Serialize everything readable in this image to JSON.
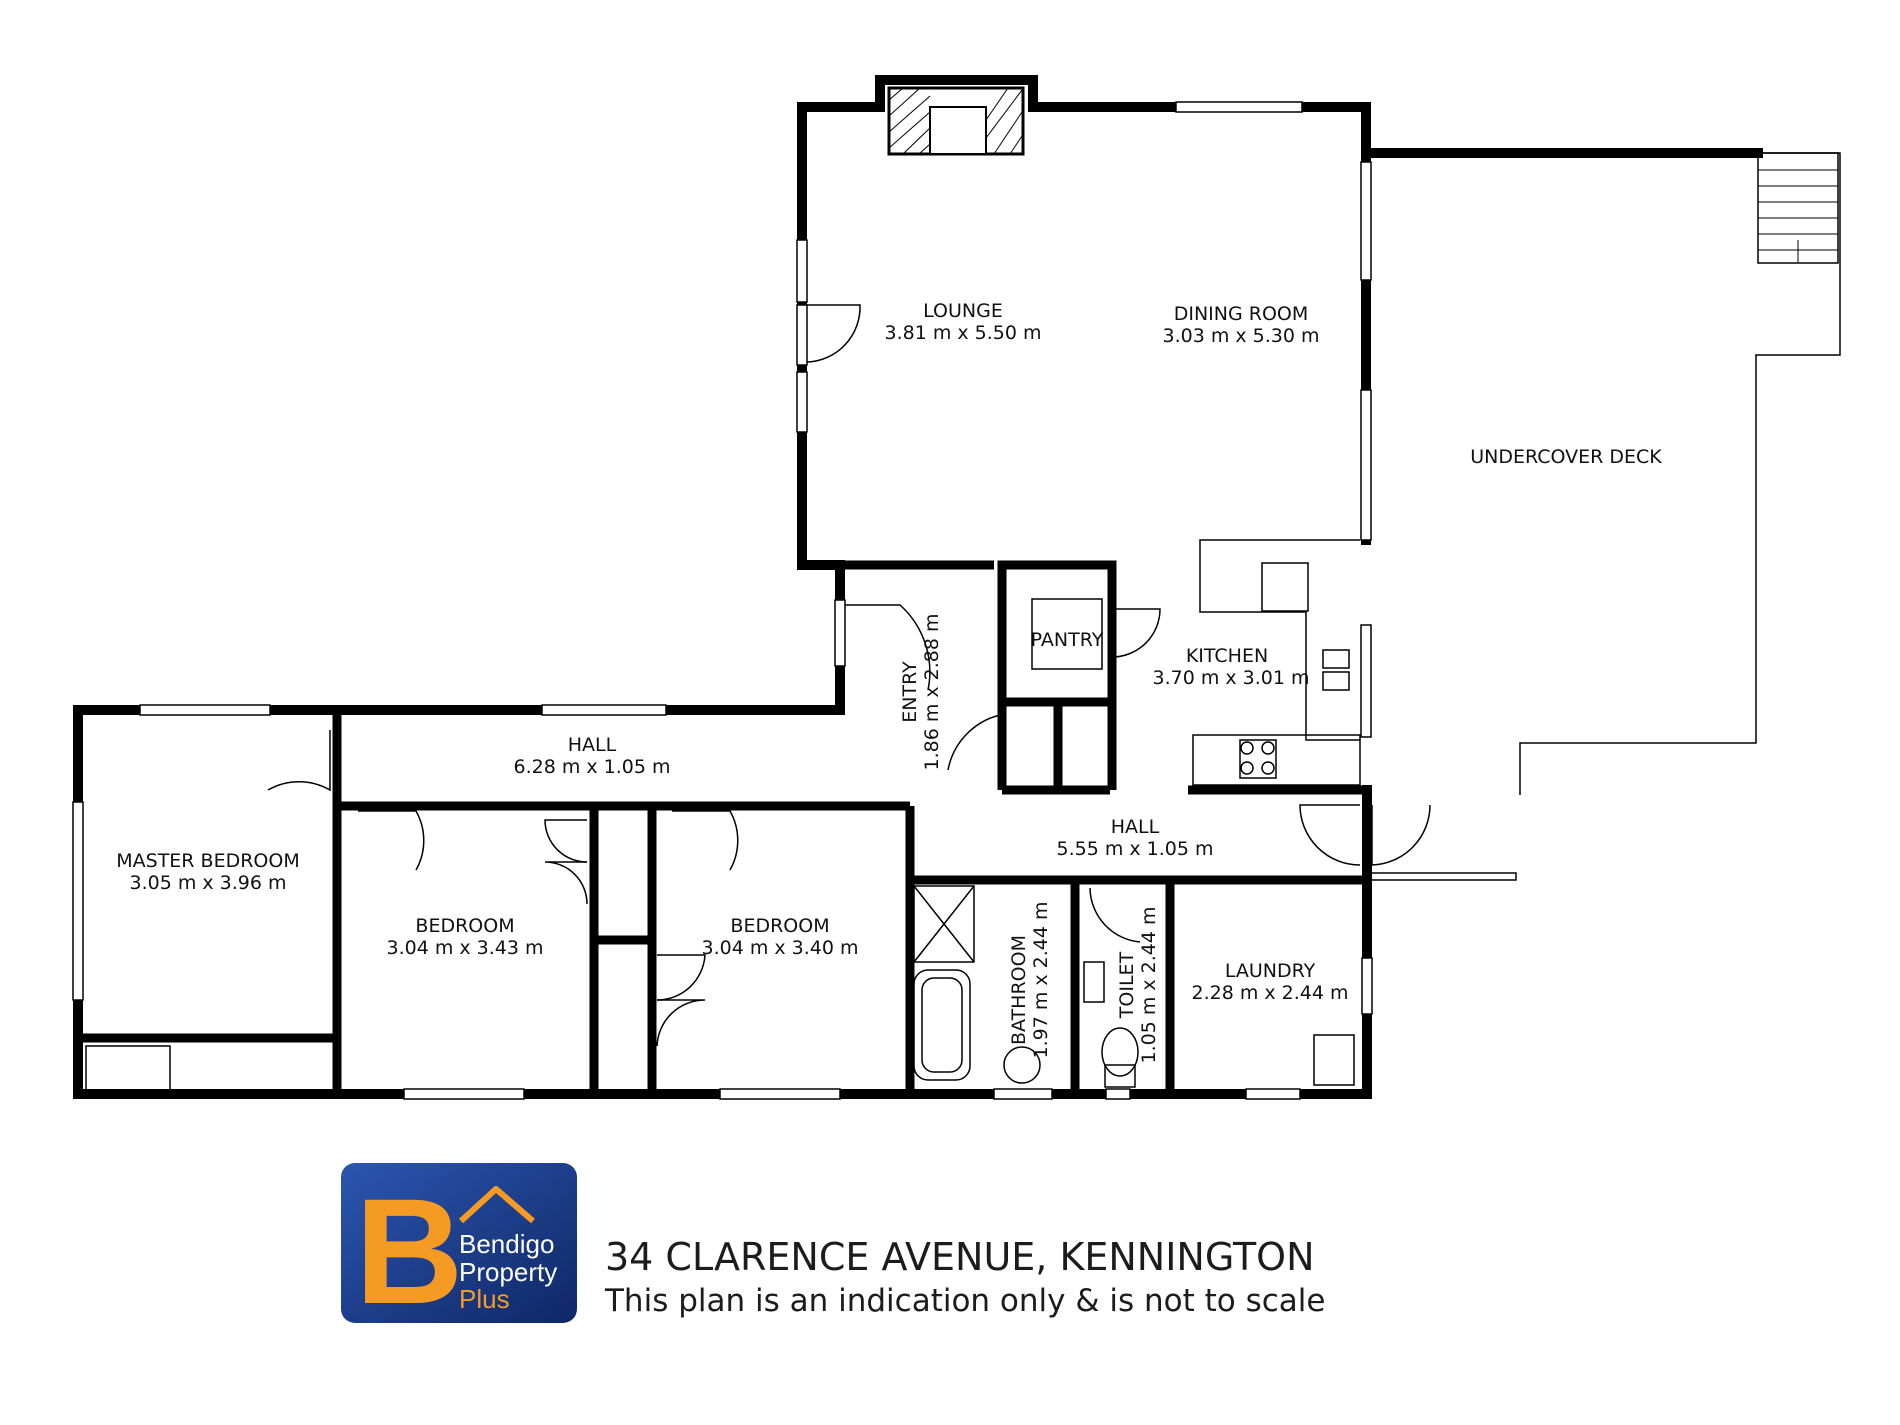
{
  "rooms": {
    "lounge": {
      "name": "LOUNGE",
      "size": "3.81 m x 5.50 m"
    },
    "dining": {
      "name": "DINING ROOM",
      "size": "3.03 m x 5.30 m"
    },
    "deck": {
      "name": "UNDERCOVER DECK"
    },
    "pantry": {
      "name": "PANTRY"
    },
    "kitchen": {
      "name": "KITCHEN",
      "size": "3.70 m x 3.01 m"
    },
    "entry": {
      "name": "ENTRY",
      "size": "1.86 m x 2.88 m"
    },
    "hall1": {
      "name": "HALL",
      "size": "6.28 m x 1.05 m"
    },
    "hall2": {
      "name": "HALL",
      "size": "5.55 m x 1.05 m"
    },
    "master": {
      "name": "MASTER BEDROOM",
      "size": "3.05 m x 3.96 m"
    },
    "bed1": {
      "name": "BEDROOM",
      "size": "3.04 m x 3.43 m"
    },
    "bed2": {
      "name": "BEDROOM",
      "size": "3.04 m x 3.40 m"
    },
    "bathroom": {
      "name": "BATHROOM",
      "size": "1.97 m x 2.44 m"
    },
    "toilet": {
      "name": "TOILET",
      "size": "1.05 m x 2.44 m"
    },
    "laundry": {
      "name": "LAUNDRY",
      "size": "2.28 m x 2.44 m"
    }
  },
  "logo": {
    "line1": "Bendigo",
    "line2": "Property",
    "line3": "Plus",
    "letter": "B"
  },
  "footer": {
    "address": "34 CLARENCE AVENUE, KENNINGTON",
    "disclaimer": "This plan is an indication only & is not to scale"
  },
  "colors": {
    "wall": "#000000",
    "logo_blue": "#13317a",
    "logo_orange": "#f59a23"
  }
}
